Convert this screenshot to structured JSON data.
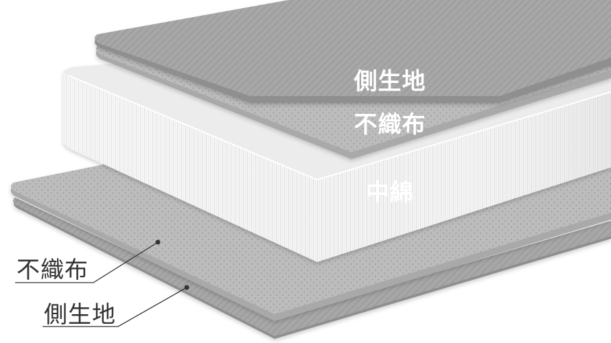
{
  "diagram": {
    "layers": [
      {
        "id": "top-outer-fabric",
        "label": "側生地"
      },
      {
        "id": "top-nonwoven",
        "label": "不織布"
      },
      {
        "id": "filling",
        "label": "中綿"
      },
      {
        "id": "bottom-nonwoven",
        "label": "不織布"
      },
      {
        "id": "bottom-outer-fabric",
        "label": "側生地"
      }
    ],
    "callouts": {
      "nonwoven": "不織布",
      "outer_fabric": "側生地"
    }
  }
}
